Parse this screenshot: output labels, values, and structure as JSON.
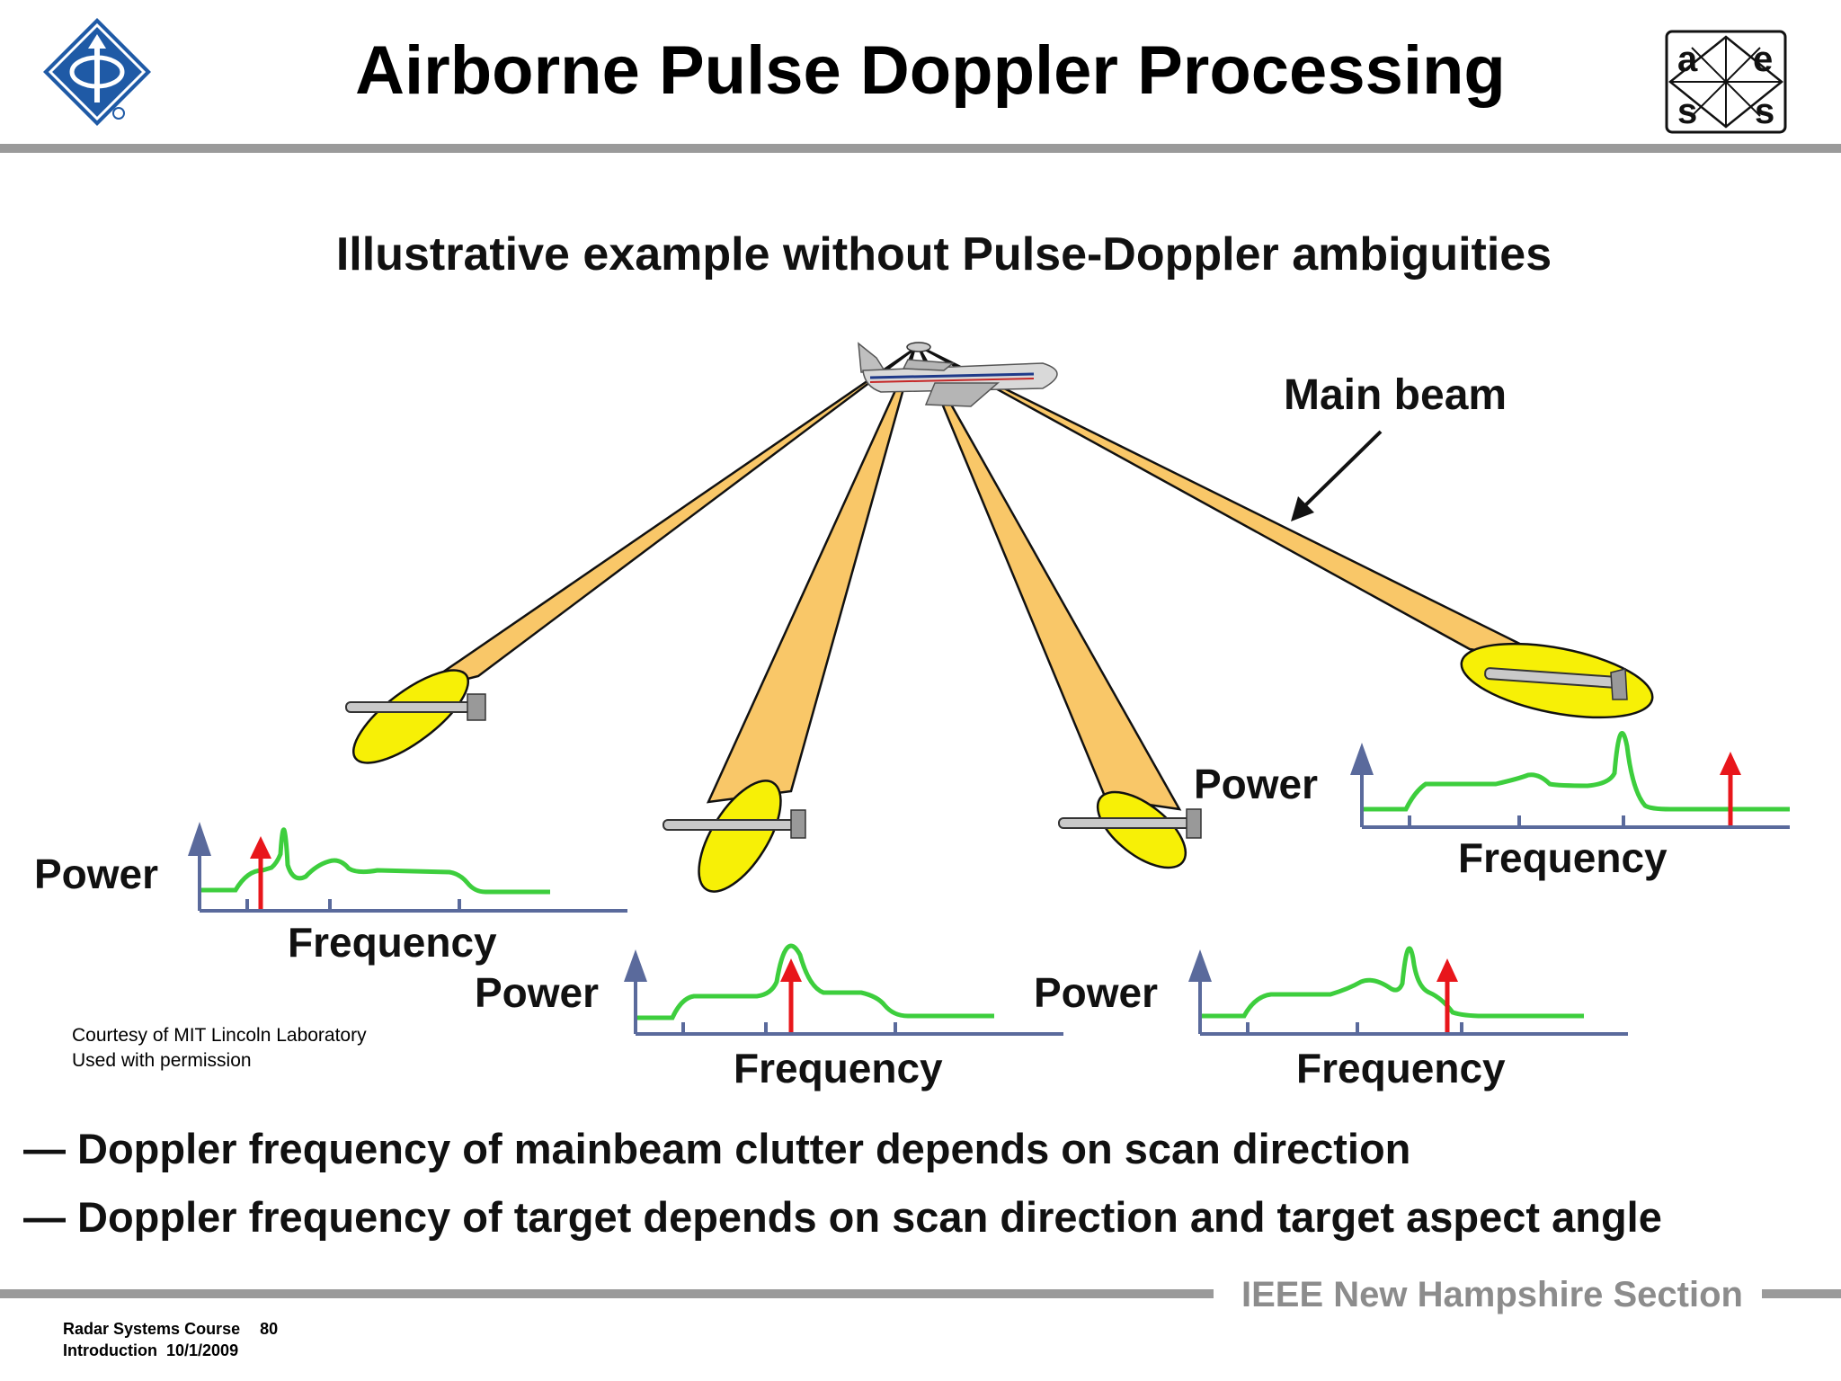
{
  "title": "Airborne Pulse Doppler Processing",
  "subtitle": "Illustrative example without Pulse-Doppler ambiguities",
  "logos": {
    "left": {
      "name": "ieee-logo",
      "color": "#1f5aa6"
    },
    "right": {
      "name": "aess-logo",
      "letters": [
        "a",
        "e",
        "s",
        "s"
      ]
    }
  },
  "diagram": {
    "main_beam_label": "Main beam",
    "beam_color": "#f9c768",
    "footprint_color": "#f7f006",
    "clutter_color": "#3dce3d",
    "target_color": "#e8161b",
    "axis_color": "#5a6a9c",
    "plots": [
      {
        "power_label": "Power",
        "frequency_label": "Frequency"
      },
      {
        "power_label": "Power",
        "frequency_label": "Frequency"
      },
      {
        "power_label": "Power",
        "frequency_label": "Frequency"
      },
      {
        "power_label": "Power",
        "frequency_label": "Frequency"
      }
    ]
  },
  "courtesy": {
    "line1": "Courtesy of MIT Lincoln Laboratory",
    "line2": "Used with permission"
  },
  "bullets": [
    {
      "dash": "—",
      "text": "Doppler frequency of mainbeam clutter depends on scan direction"
    },
    {
      "dash": "—",
      "text": "Doppler frequency of target depends on scan direction and target aspect angle"
    }
  ],
  "footer": {
    "section": "IEEE New Hampshire Section",
    "course": "Radar Systems Course",
    "page": "80",
    "subtitle": "Introduction",
    "date": "10/1/2009"
  }
}
